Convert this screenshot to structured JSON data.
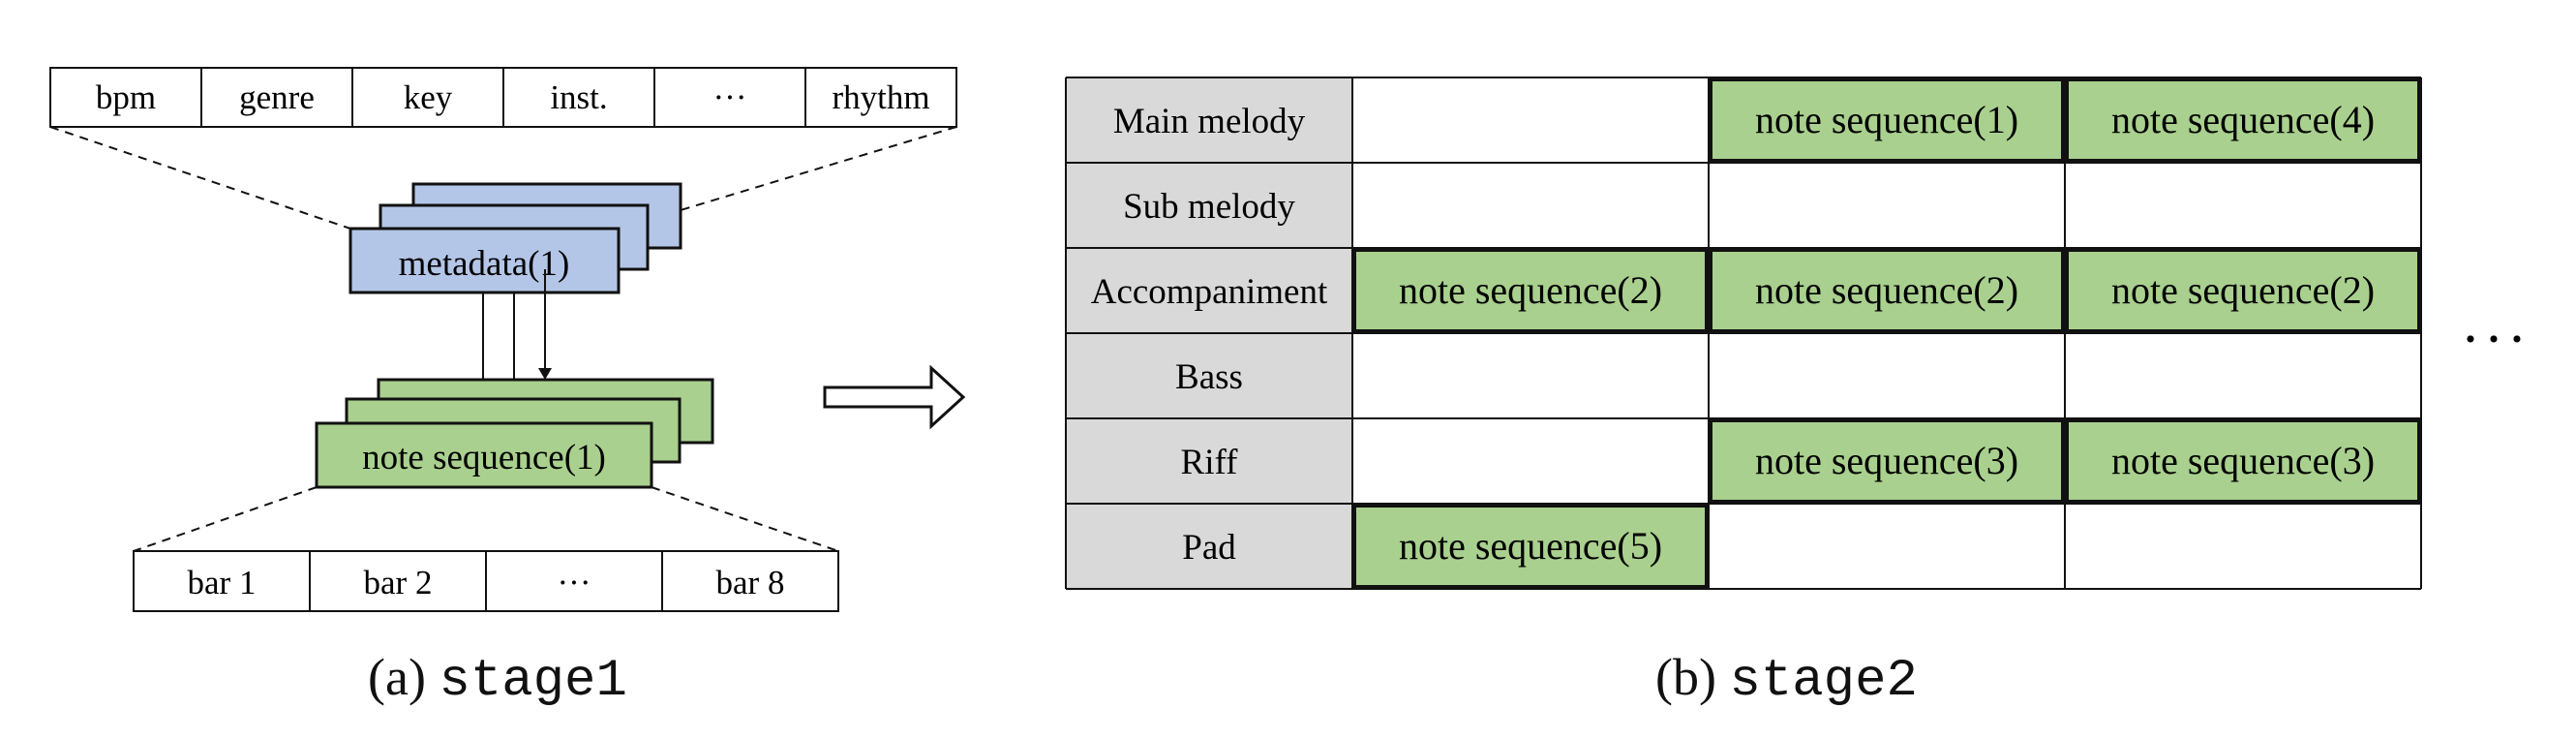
{
  "stage1": {
    "metadata_fields": [
      "bpm",
      "genre",
      "key",
      "inst.",
      "···",
      "rhythm"
    ],
    "metadata_label": "metadata(1)",
    "note_sequence_label": "note sequence(1)",
    "bars": [
      "bar 1",
      "bar 2",
      "···",
      "bar 8"
    ],
    "caption_prefix": "(a)",
    "caption_name": "stage1"
  },
  "stage2": {
    "tracks": [
      "Main melody",
      "Sub melody",
      "Accompaniment",
      "Bass",
      "Riff",
      "Pad"
    ],
    "grid": [
      [
        "",
        "note sequence(1)",
        "note sequence(4)"
      ],
      [
        "",
        "",
        ""
      ],
      [
        "note sequence(2)",
        "note sequence(2)",
        "note sequence(2)"
      ],
      [
        "",
        "",
        ""
      ],
      [
        "",
        "note sequence(3)",
        "note sequence(3)"
      ],
      [
        "note sequence(5)",
        "",
        ""
      ]
    ],
    "continuation": "···",
    "caption_prefix": "(b)",
    "caption_name": "stage2"
  },
  "colors": {
    "metadata_fill": "#b4c6e7",
    "note_fill": "#a9d08e",
    "track_header_fill": "#d9d9d9",
    "stroke": "#111111"
  }
}
